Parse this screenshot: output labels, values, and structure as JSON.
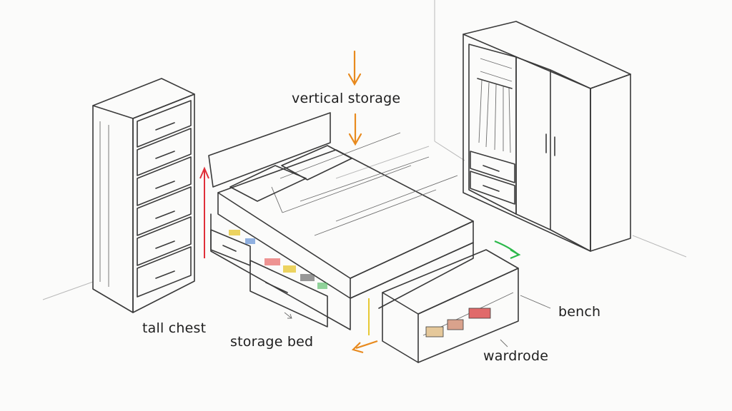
{
  "labels": {
    "vertical_storage": "vertical storage",
    "tall_chest": "tall chest",
    "storage_bed": "storage bed",
    "bench": "bench",
    "wardrobe": "wardrode"
  },
  "colors": {
    "arrow_orange": "#e88a1e",
    "arrow_green": "#2bb84a",
    "arrow_red": "#e0303a",
    "arrow_yellow": "#e5c21e",
    "pencil": "#3a3a3a"
  }
}
